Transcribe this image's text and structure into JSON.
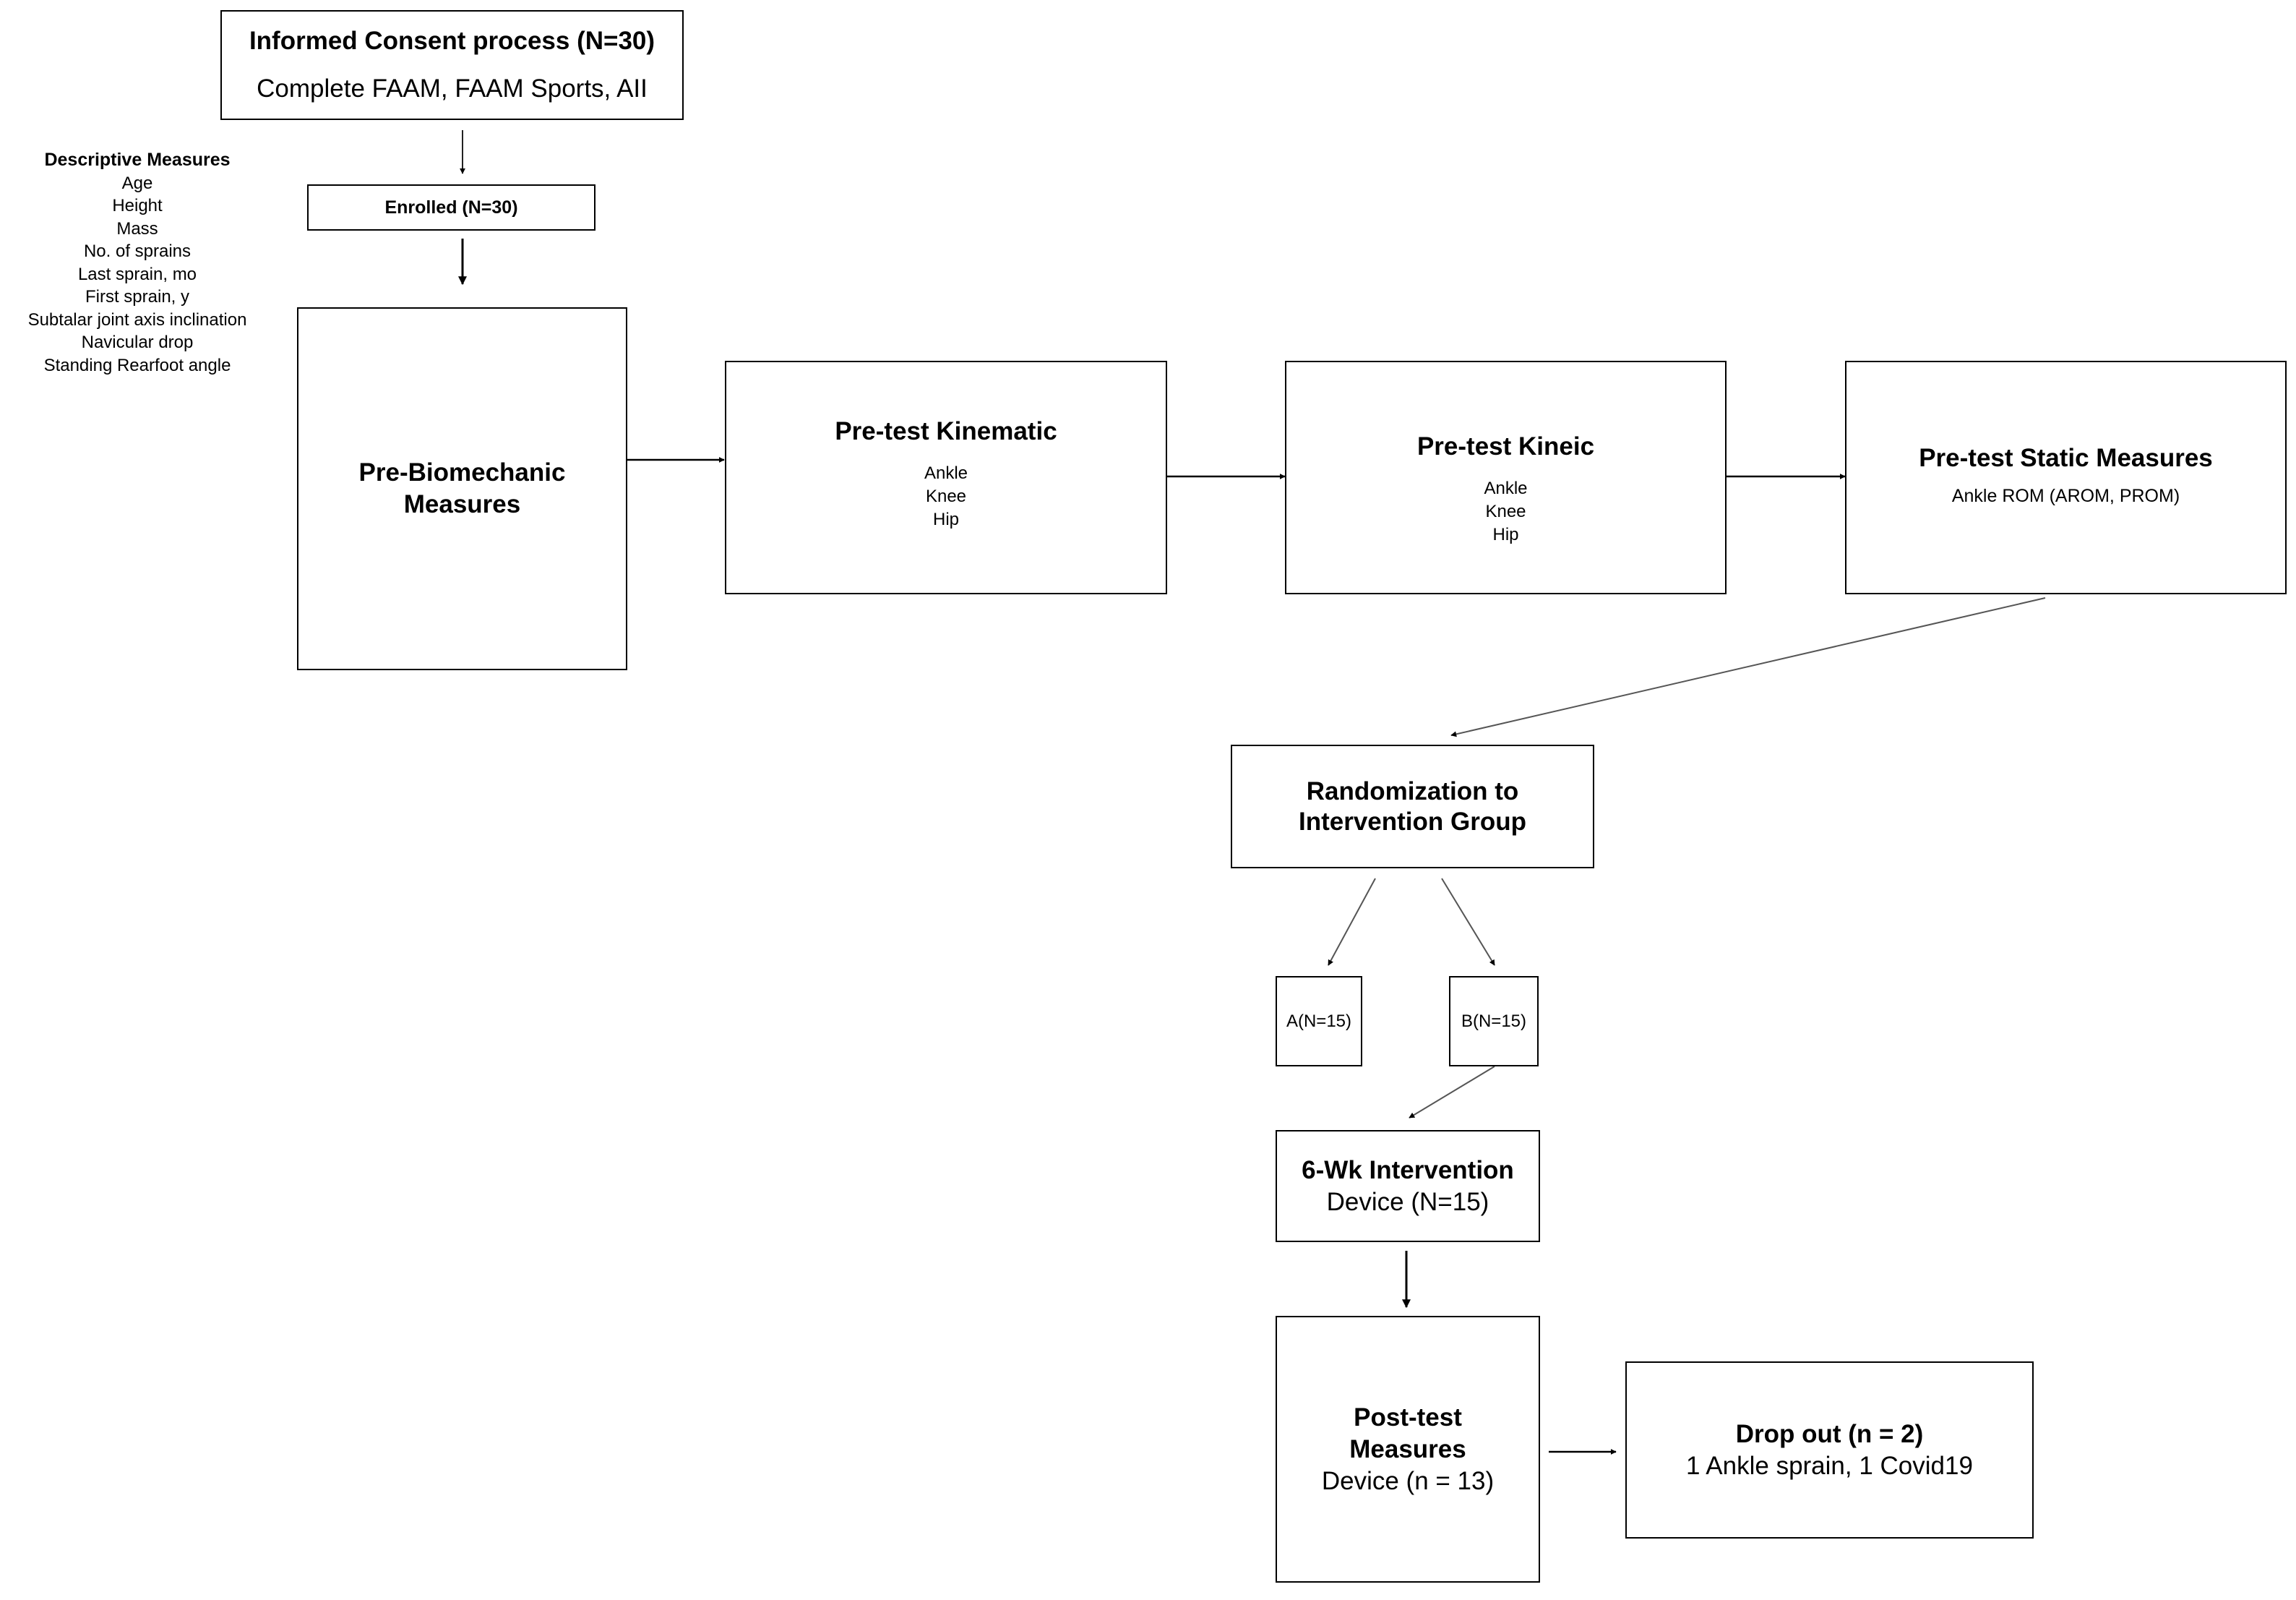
{
  "consent": {
    "title": "Informed Consent process (N=30)",
    "subtitle": "Complete FAAM, FAAM Sports, AII"
  },
  "enrolled": {
    "label": "Enrolled (N=30)"
  },
  "descriptive": {
    "title": "Descriptive Measures",
    "items": [
      "Age",
      "Height",
      "Mass",
      "No. of sprains",
      "Last sprain, mo",
      "First sprain, y",
      "Subtalar joint axis inclination",
      "Navicular drop",
      "Standing Rearfoot angle"
    ]
  },
  "pre_biomech": {
    "line1": "Pre-Biomechanic",
    "line2": "Measures"
  },
  "kinematic": {
    "title": "Pre-test Kinematic",
    "items": [
      "Ankle",
      "Knee",
      "Hip"
    ]
  },
  "kinetic": {
    "title": "Pre-test Kineic",
    "items": [
      "Ankle",
      "Knee",
      "Hip"
    ]
  },
  "static": {
    "title": "Pre-test Static Measures",
    "subtitle": "Ankle ROM (AROM, PROM)"
  },
  "randomization": {
    "line1": "Randomization to",
    "line2": "Intervention Group"
  },
  "group_a": {
    "label": "A(N=15)"
  },
  "group_b": {
    "label": "B(N=15)"
  },
  "intervention": {
    "title": "6-Wk Intervention",
    "subtitle": "Device (N=15)"
  },
  "posttest": {
    "line1": "Post-test",
    "line2": "Measures",
    "line3": "Device (n = 13)"
  },
  "dropout": {
    "title": "Drop out (n = 2)",
    "subtitle": "1 Ankle sprain, 1 Covid19"
  }
}
